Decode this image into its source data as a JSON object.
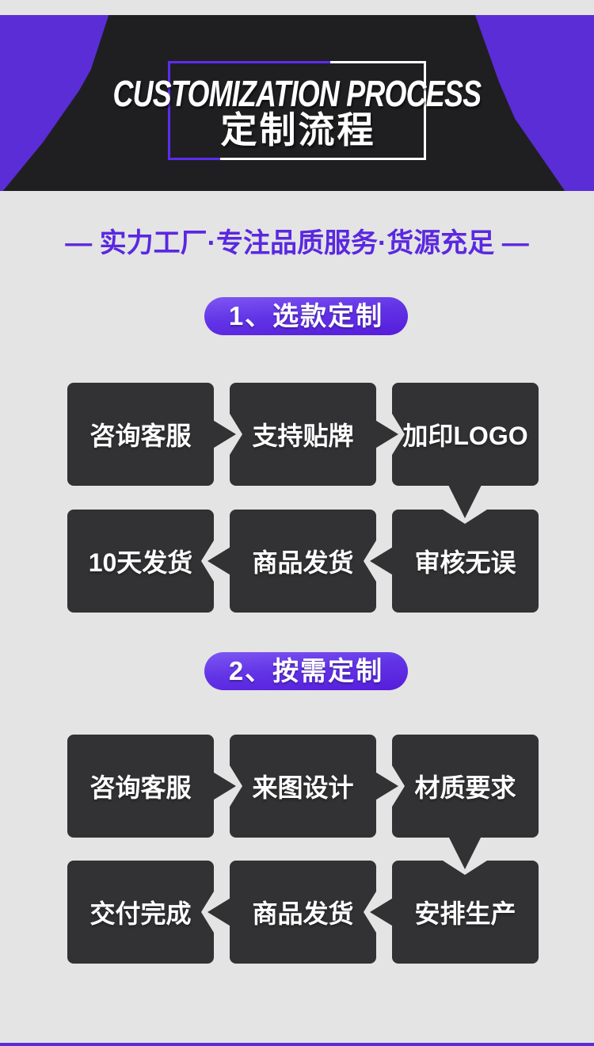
{
  "header": {
    "title_en": "CUSTOMIZATION PROCESS",
    "title_cn": "定制流程"
  },
  "tagline": "— 实力工厂·专注品质服务·货源充足 —",
  "sections": [
    {
      "badge": "1、选款定制",
      "rows": [
        {
          "direction": "right",
          "steps": [
            "咨询客服",
            "支持贴牌",
            "加印LOGO"
          ]
        },
        {
          "direction": "left",
          "steps": [
            "10天发货",
            "商品发货",
            "审核无误"
          ]
        }
      ]
    },
    {
      "badge": "2、按需定制",
      "rows": [
        {
          "direction": "right",
          "steps": [
            "咨询客服",
            "来图设计",
            "材质要求"
          ]
        },
        {
          "direction": "left",
          "steps": [
            "交付完成",
            "商品发货",
            "安排生产"
          ]
        }
      ]
    }
  ],
  "icons": {
    "flow_right": "chevron-right",
    "flow_left": "chevron-left",
    "flow_down": "chevron-down"
  },
  "colors": {
    "page_bg": "#e4e4e4",
    "header_purple": "#5b2dd6",
    "header_black": "#1f1f21",
    "frame_purple": "#5c2cf0",
    "box_dark": "#323234",
    "tagline_purple": "#5a28e0",
    "badge_gradient_top": "#7e57f2",
    "badge_gradient_bottom": "#551cdb",
    "text_white": "#ffffff"
  }
}
